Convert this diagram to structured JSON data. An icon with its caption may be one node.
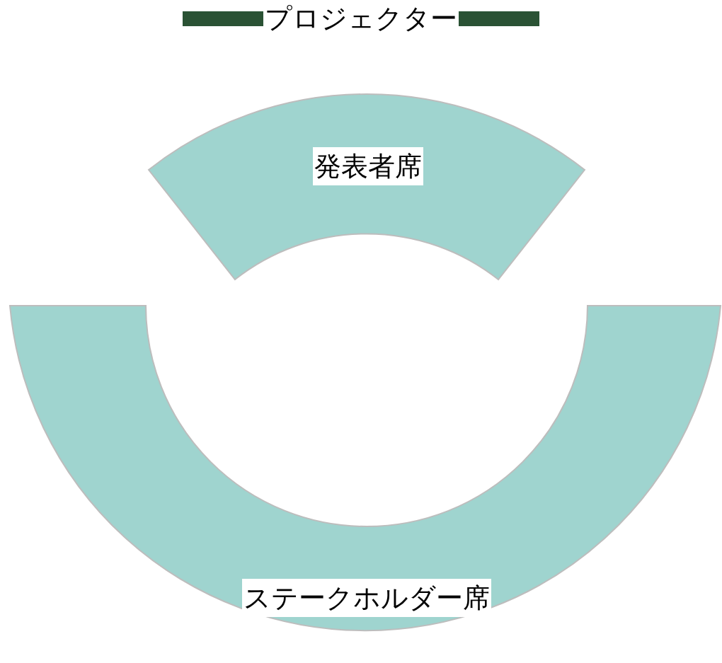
{
  "diagram": {
    "nodes": [
      {
        "text": [
          "プロジェクター"
        ]
      },
      {
        "text": [
          "発表者席"
        ]
      },
      {
        "text": [
          "ステークホルダー席"
        ]
      }
    ]
  }
}
